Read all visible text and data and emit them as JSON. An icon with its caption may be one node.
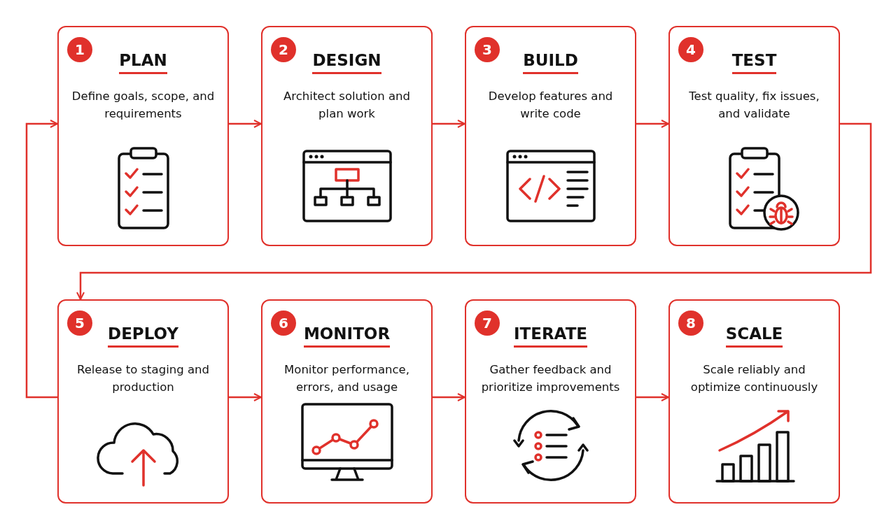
{
  "diagram": {
    "nodes": [
      {
        "text": [
          "1",
          "PLAN",
          "Define goals, scope, and requirements"
        ]
      },
      {
        "text": [
          "2",
          "DESIGN",
          "Architect solution and plan work"
        ]
      },
      {
        "text": [
          "3",
          "BUILD",
          "Develop features and write code"
        ]
      },
      {
        "text": [
          "4",
          "TEST",
          "Test quality, fix issues, and validate"
        ]
      },
      {
        "text": [
          "5",
          "DEPLOY",
          "Release to staging and production"
        ]
      },
      {
        "text": [
          "6",
          "MONITOR",
          "Monitor performance, errors, and usage"
        ]
      },
      {
        "text": [
          "7",
          "ITERATE",
          "Gather feedback and prioritize improvements"
        ]
      },
      {
        "text": [
          "8",
          "SCALE",
          "Scale reliably and optimize continuously"
        ]
      }
    ],
    "edges": [
      {
        "from": 0,
        "to": 1,
        "arrow": "to"
      },
      {
        "from": 1,
        "to": 2,
        "arrow": "to"
      },
      {
        "from": 2,
        "to": 3,
        "arrow": "to"
      },
      {
        "from": 3,
        "to": 4,
        "arrow": "to"
      },
      {
        "from": 4,
        "to": 0,
        "arrow": "to"
      },
      {
        "from": 4,
        "to": 5,
        "arrow": "to"
      },
      {
        "from": 5,
        "to": 6,
        "arrow": "to"
      },
      {
        "from": 6,
        "to": 7,
        "arrow": "to"
      }
    ]
  }
}
